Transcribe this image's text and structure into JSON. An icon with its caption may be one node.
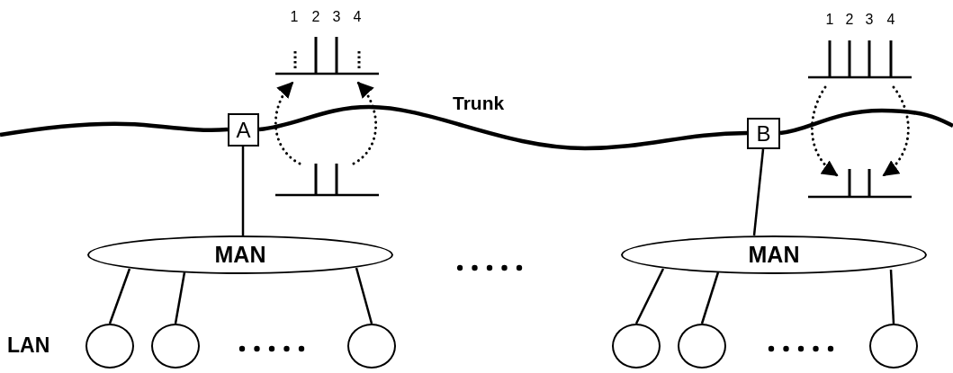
{
  "diagram": {
    "nodes": [
      {
        "text": [
          "A"
        ]
      },
      {
        "text": [
          "B"
        ]
      },
      {
        "text": [
          "MAN"
        ]
      },
      {
        "text": [
          "MAN"
        ]
      },
      {
        "text": [],
        "shape": "circle"
      },
      {
        "text": [],
        "shape": "circle"
      },
      {
        "text": [],
        "shape": "circle"
      },
      {
        "text": [],
        "shape": "circle"
      },
      {
        "text": [],
        "shape": "circle"
      },
      {
        "text": [],
        "shape": "circle"
      },
      {
        "text": [
          "1",
          "2",
          "3",
          "4"
        ]
      },
      {
        "text": [],
        "shape": "picture"
      },
      {
        "text": [
          "1",
          "2",
          "3",
          "4"
        ]
      },
      {
        "text": [],
        "shape": "picture"
      }
    ],
    "edges": [
      {
        "from": null,
        "to": 0,
        "arrow": "none",
        "style": "thick"
      },
      {
        "from": 0,
        "to": 1,
        "arrow": "none",
        "style": "thick"
      },
      {
        "from": 1,
        "to": null,
        "arrow": "none",
        "style": "thick"
      },
      {
        "from": 0,
        "to": 2,
        "arrow": "none"
      },
      {
        "from": 1,
        "to": 3,
        "arrow": "none"
      },
      {
        "from": 2,
        "to": 4,
        "arrow": "none"
      },
      {
        "from": 2,
        "to": 5,
        "arrow": "none"
      },
      {
        "from": 2,
        "to": 6,
        "arrow": "none"
      },
      {
        "from": 3,
        "to": 7,
        "arrow": "none"
      },
      {
        "from": 3,
        "to": 8,
        "arrow": "none"
      },
      {
        "from": 3,
        "to": 9,
        "arrow": "none"
      },
      {
        "from": 11,
        "to": 10,
        "arrow": "to",
        "style": "dashed"
      },
      {
        "from": 11,
        "to": 10,
        "arrow": "to",
        "style": "dashed"
      },
      {
        "from": 12,
        "to": 13,
        "arrow": "to",
        "style": "dashed"
      },
      {
        "from": 12,
        "to": 13,
        "arrow": "to",
        "style": "dashed"
      }
    ],
    "labels": [
      "Trunk",
      "LAN"
    ]
  }
}
